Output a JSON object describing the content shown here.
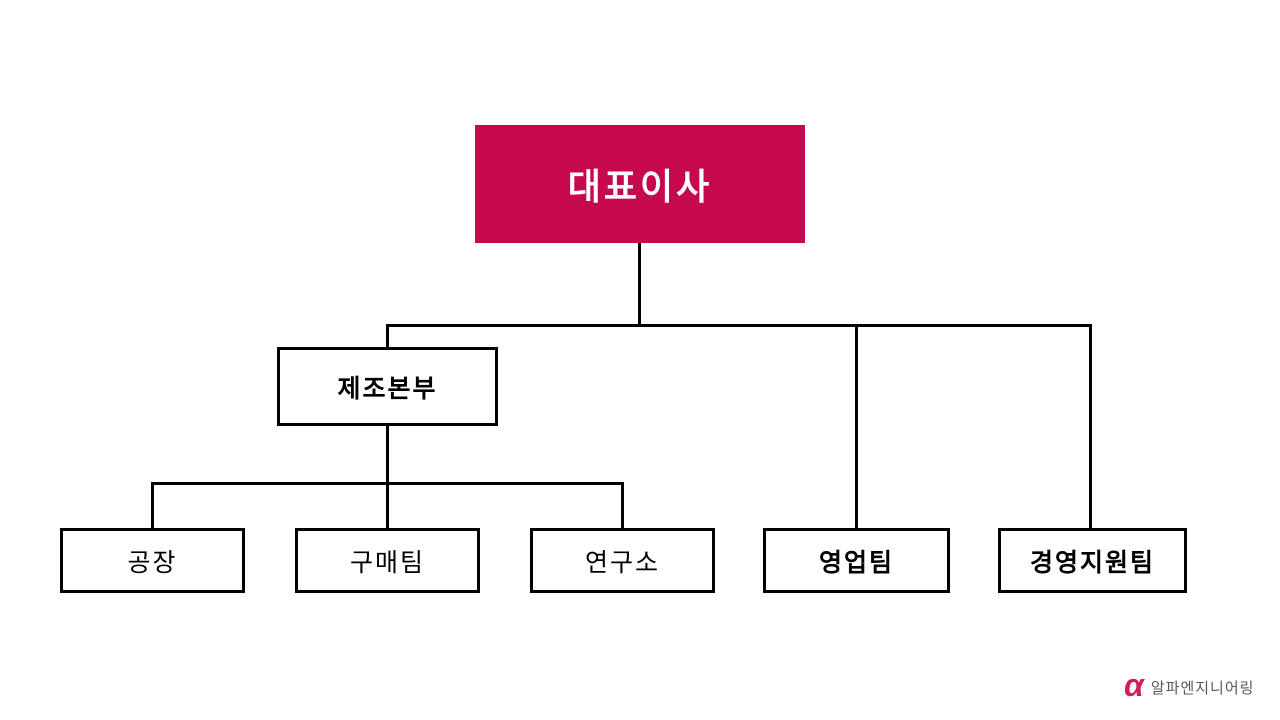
{
  "colors": {
    "accent_red": "#C6094E",
    "connector_black": "#000000",
    "logo_pink": "#D81B5D",
    "logo_text_gray": "#58595B",
    "background": "#FFFFFF"
  },
  "org_chart": {
    "type": "org-tree",
    "root": {
      "label": "대표이사"
    },
    "children": [
      {
        "label": "제조본부",
        "children": [
          {
            "label": "공장"
          },
          {
            "label": "구매팀"
          },
          {
            "label": "연구소"
          }
        ]
      },
      {
        "label": "영업팀"
      },
      {
        "label": "경영지원팀"
      }
    ]
  },
  "logo": {
    "symbol": "α",
    "text": "알파엔지니어링"
  }
}
